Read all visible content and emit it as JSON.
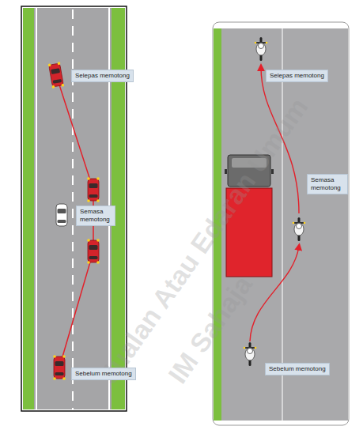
{
  "diagram": {
    "nodes": [
      {
        "text": [
          "Selepas memotong"
        ]
      },
      {
        "text": [
          "Semasa memotong"
        ]
      },
      {
        "text": [
          "Sebelum memotong"
        ]
      },
      {
        "text": [
          "Selepas memotong"
        ]
      },
      {
        "text": [
          "Semasa memotong"
        ]
      },
      {
        "text": [
          "Sebelum memotong"
        ]
      }
    ],
    "labels": [
      "Jualan Atau Edaran Umum",
      "IM Sahaja"
    ]
  }
}
